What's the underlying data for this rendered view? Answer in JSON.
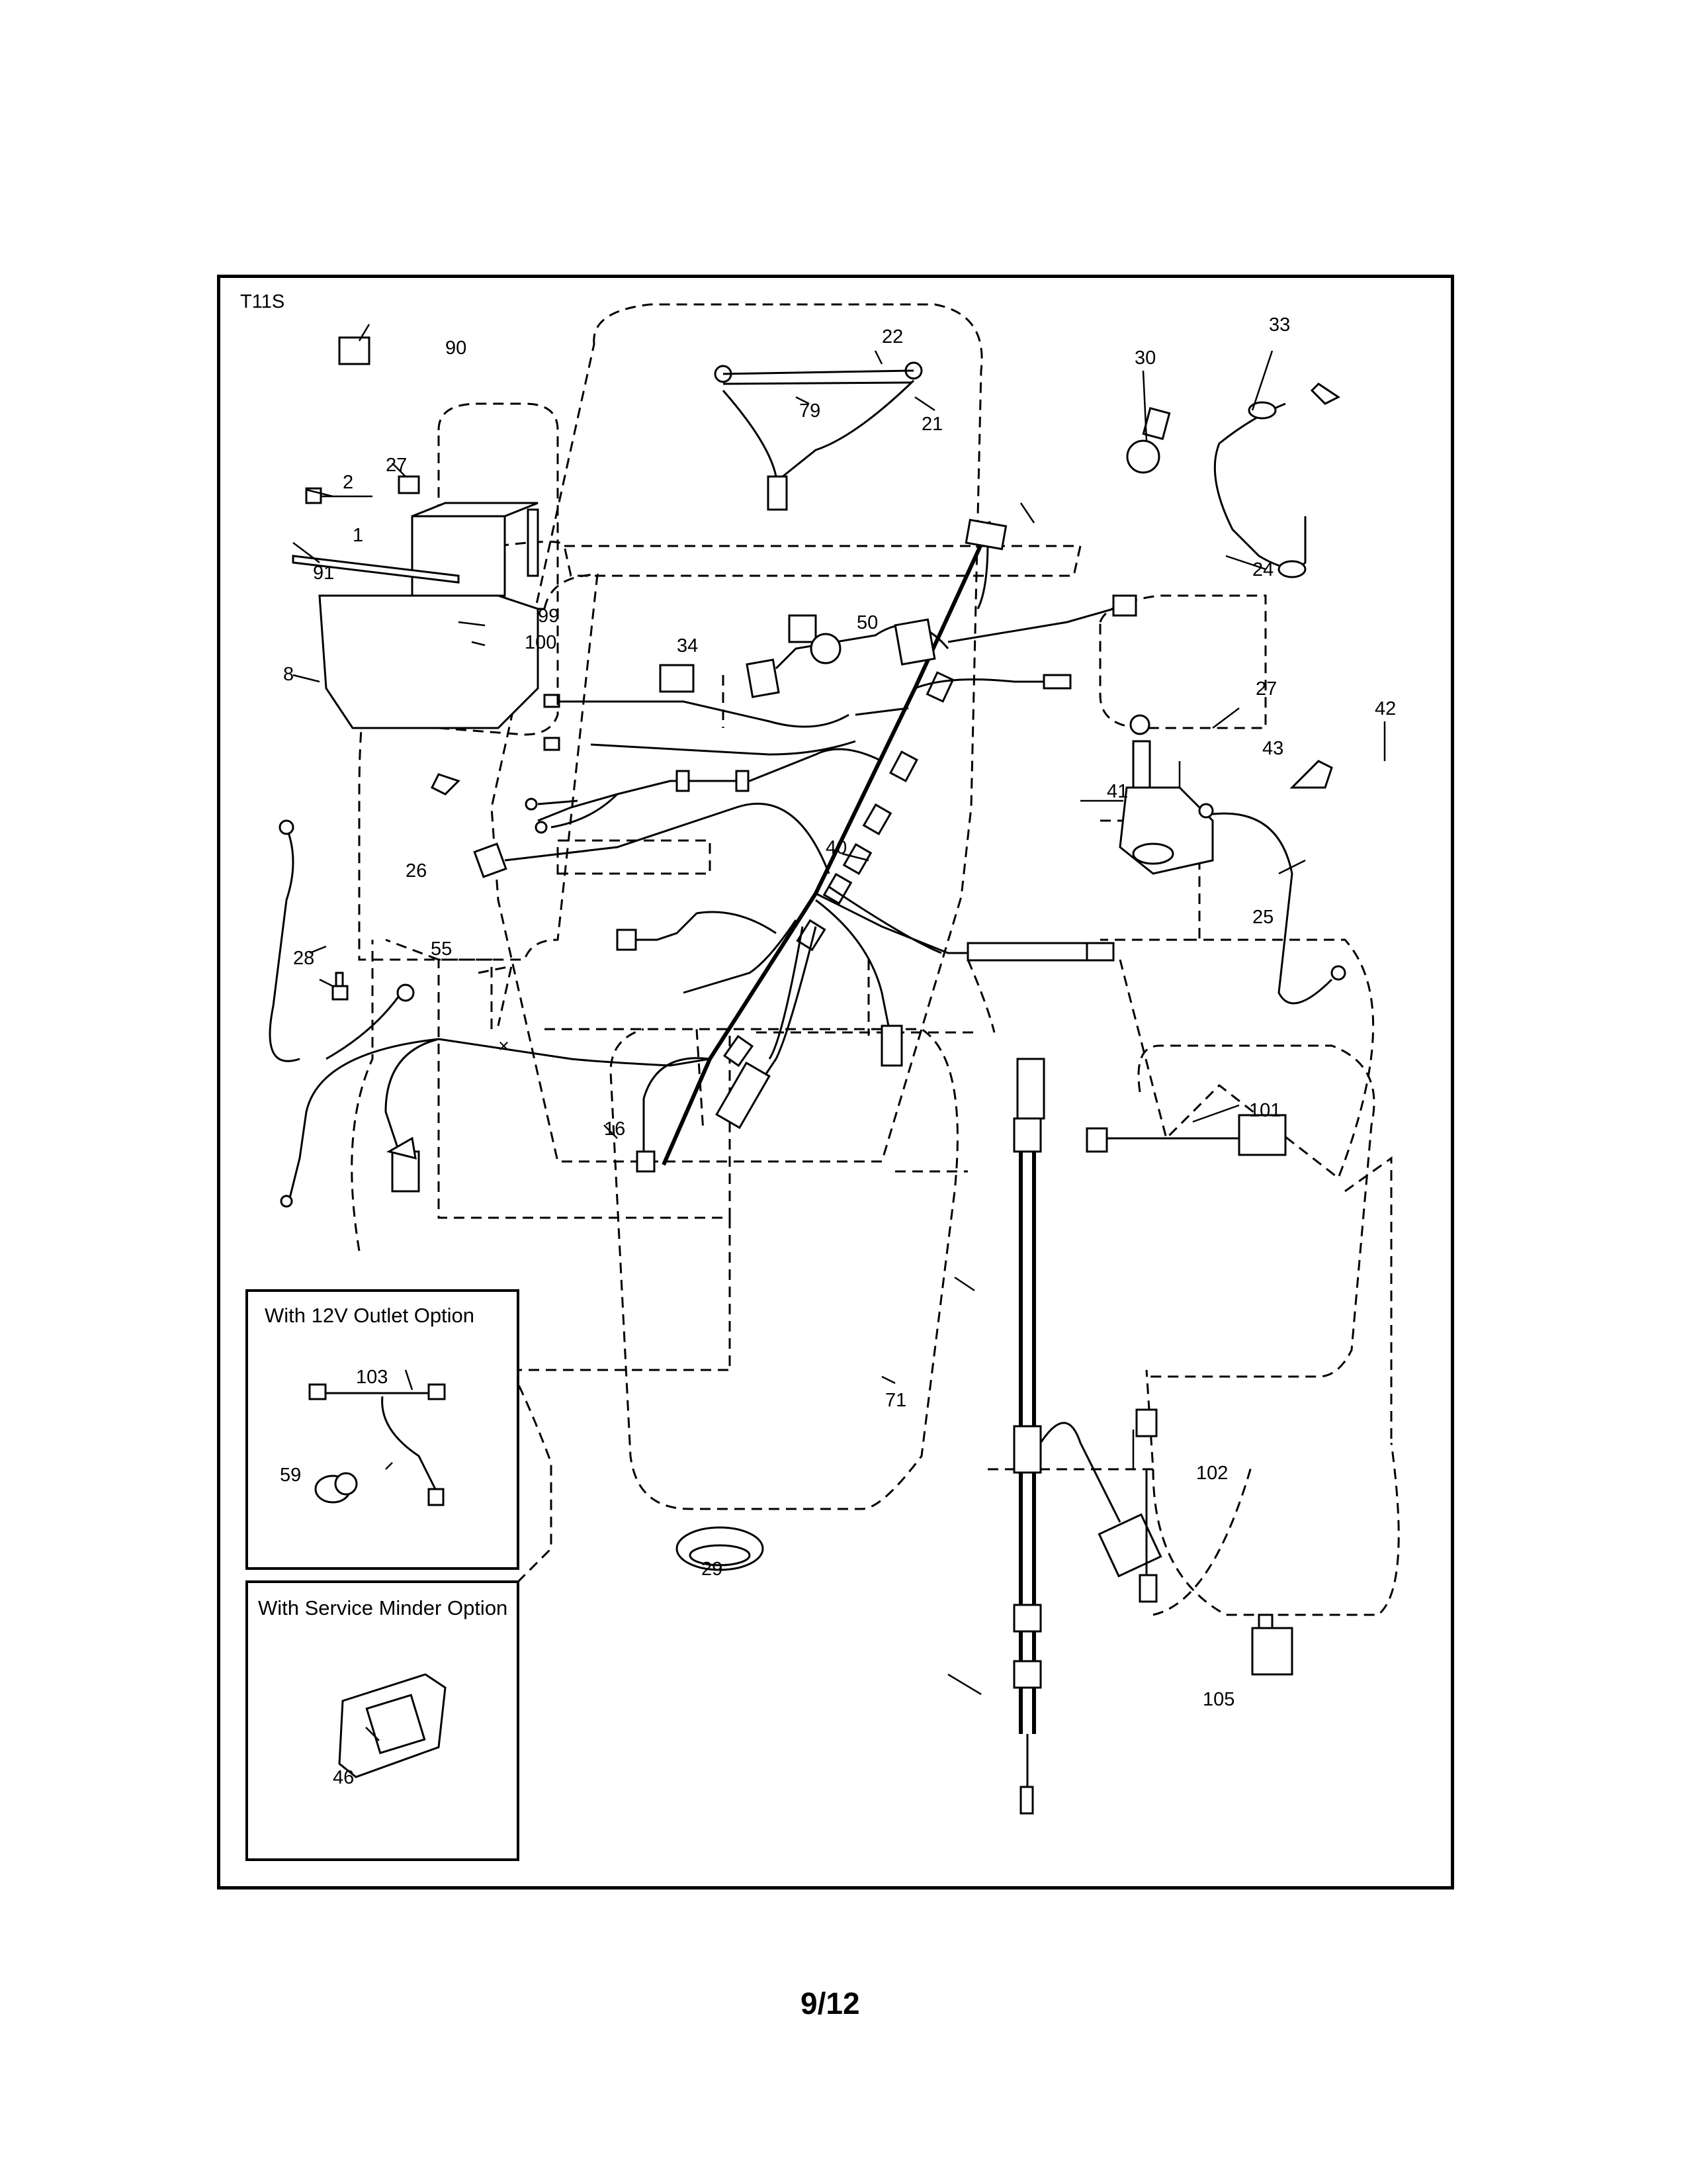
{
  "diagram_code": "T11S",
  "page_number": "9/12",
  "inset_boxes": {
    "outlet": {
      "title": "With 12V Outlet Option"
    },
    "service": {
      "title": "With Service Minder Option"
    }
  },
  "callouts": {
    "c90": "90",
    "c22": "22",
    "c79": "79",
    "c21": "21",
    "c33": "33",
    "c30": "30",
    "c27a": "27",
    "c2": "2",
    "c1": "1",
    "c91": "91",
    "c99": "99",
    "c100": "100",
    "c8": "8",
    "c34": "34",
    "c50": "50",
    "c24": "24",
    "c27b": "27",
    "c42": "42",
    "c43": "43",
    "c41": "41",
    "c40": "40",
    "c26": "26",
    "c28": "28",
    "c55": "55",
    "c25": "25",
    "c16": "16",
    "c101": "101",
    "c103": "103",
    "c59": "59",
    "c71": "71",
    "c102": "102",
    "c29": "29",
    "c105": "105",
    "c46": "46"
  }
}
